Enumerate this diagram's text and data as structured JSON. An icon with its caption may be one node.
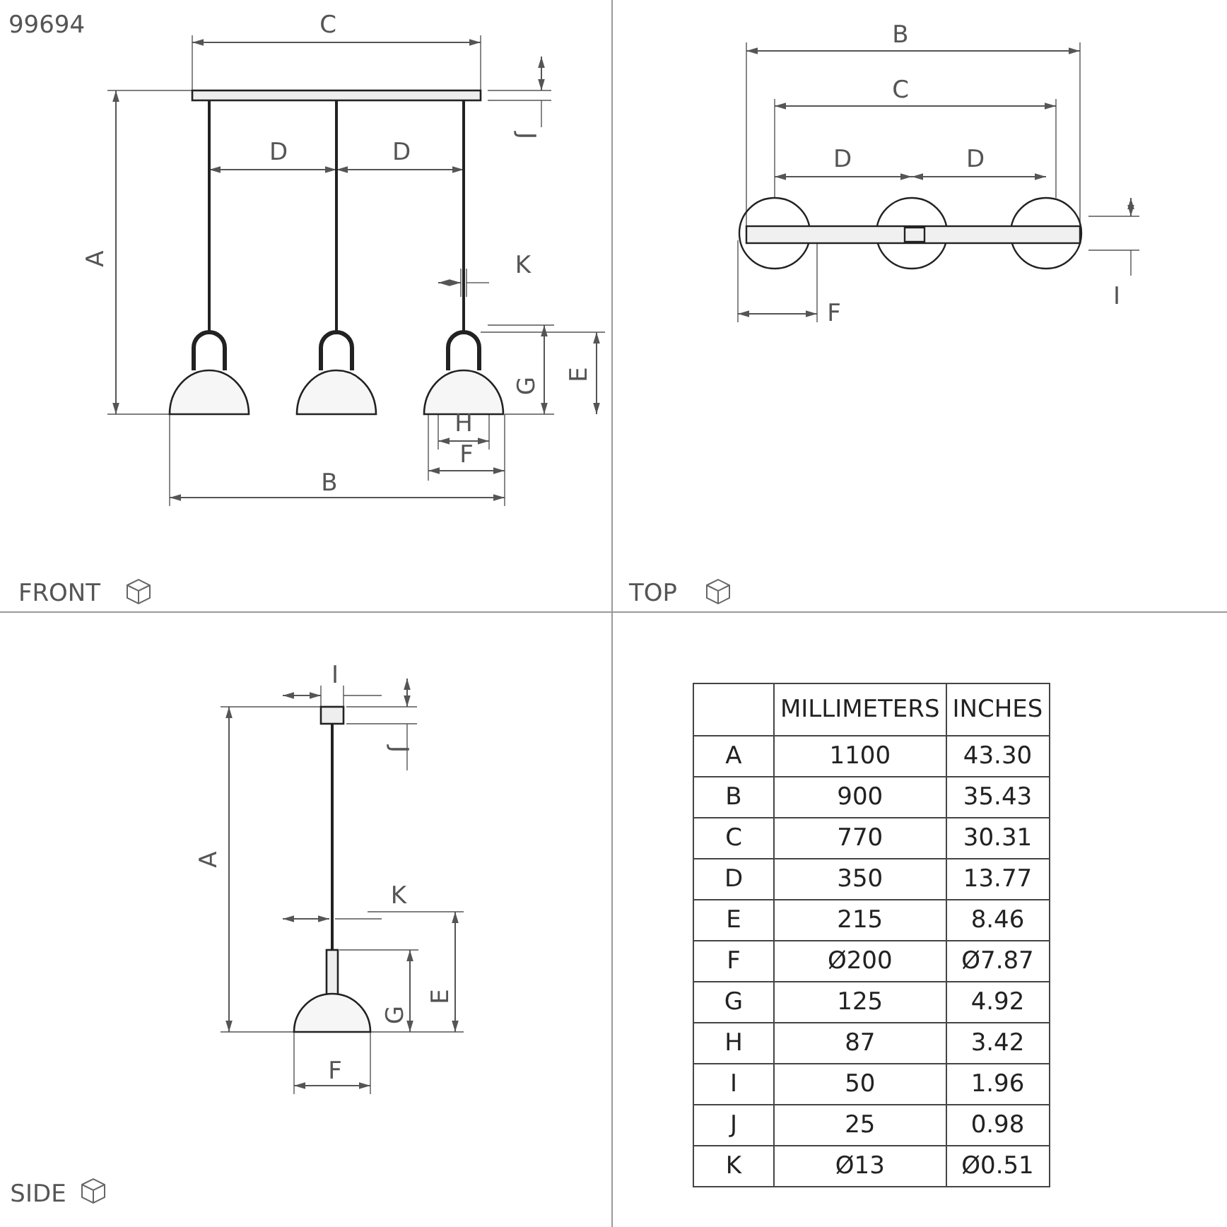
{
  "diagram": {
    "labels": [
      "99694",
      "C",
      "J",
      "D",
      "D",
      "A",
      "K",
      "G",
      "E",
      "H",
      "F",
      "B",
      "B",
      "C",
      "D",
      "D",
      "F",
      "I",
      "FRONT",
      "TOP",
      "I",
      "J",
      "A",
      "K",
      "G",
      "E",
      "F",
      "SIDE",
      "MILLIMETERS",
      "INCHES",
      "A",
      "1100",
      "43.30",
      "B",
      "900",
      "35.43",
      "C",
      "770",
      "30.31",
      "D",
      "350",
      "13.77",
      "E",
      "215",
      "8.46",
      "F",
      "Ø200",
      "Ø7.87",
      "G",
      "125",
      "4.92",
      "H",
      "87",
      "3.42",
      "I",
      "50",
      "1.96",
      "J",
      "25",
      "0.98",
      "K",
      "Ø13",
      "Ø0.51"
    ]
  }
}
